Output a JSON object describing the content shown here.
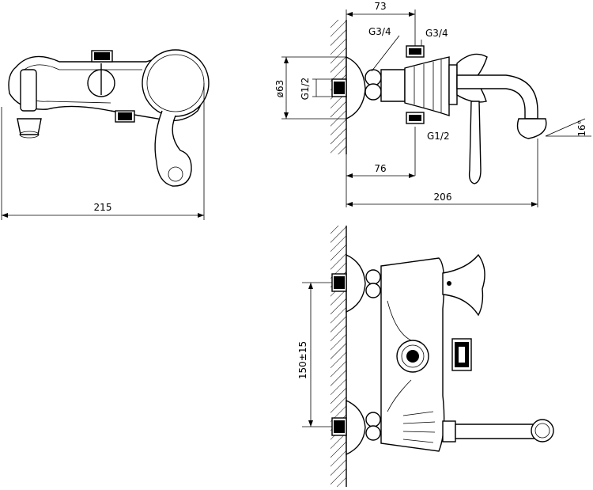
{
  "dimensions": {
    "front_width": "215",
    "side_depth_inlet": "73",
    "side_thread_top_left": "G3/4",
    "side_thread_top_right": "G3/4",
    "side_diameter": "ø63",
    "side_thread_left": "G1/2",
    "side_thread_bottom": "G1/2",
    "side_depth_76": "76",
    "side_depth_total": "206",
    "side_spout_angle": "16°",
    "top_spacing": "150±15"
  }
}
